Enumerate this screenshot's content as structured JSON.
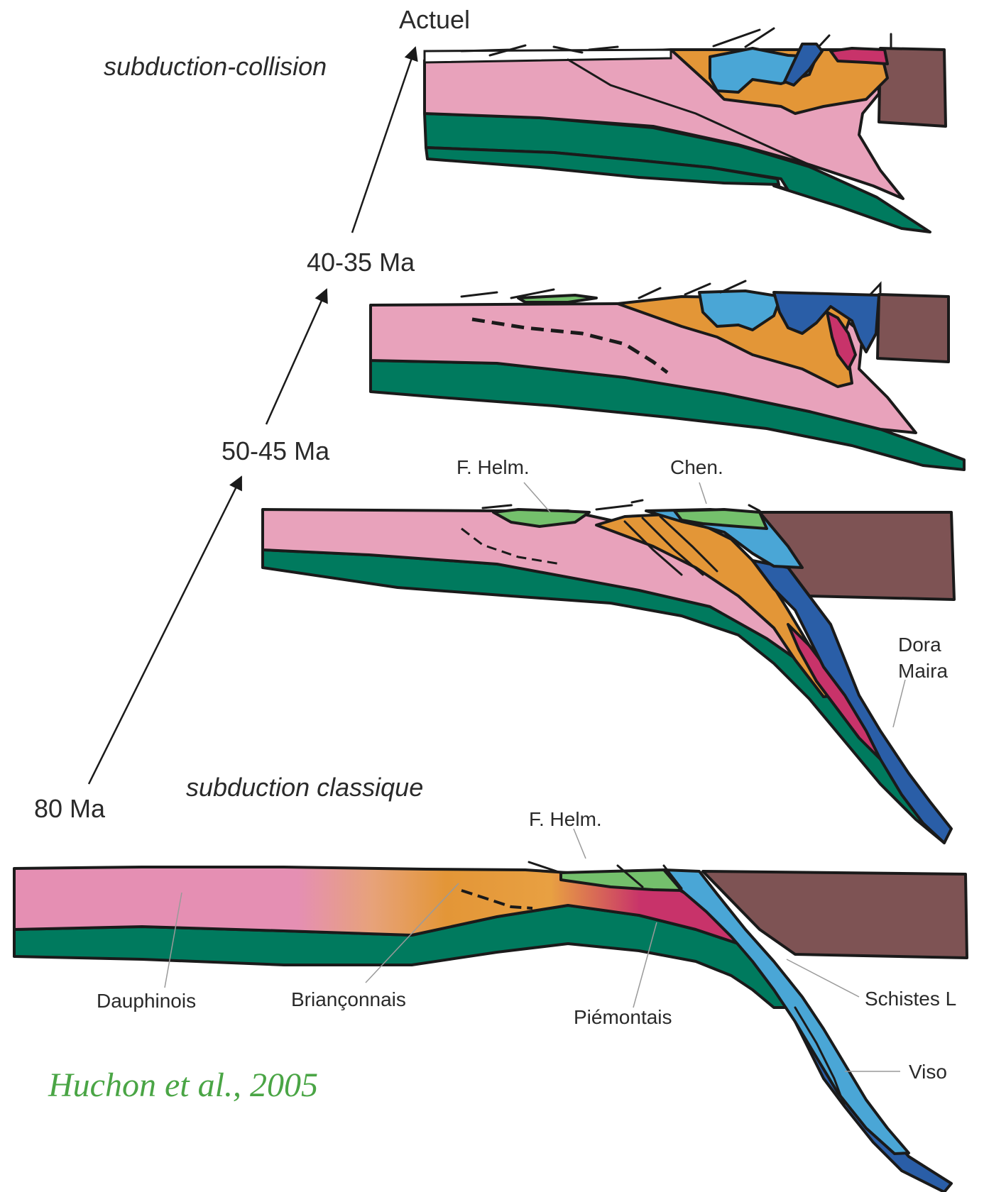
{
  "labels": {
    "actuel": "Actuel",
    "t40": "40-35 Ma",
    "t50": "50-45 Ma",
    "t80": "80 Ma",
    "subduction_collision": "subduction-collision",
    "subduction_classique": "subduction classique",
    "f_helm_2": "F. Helm.",
    "chen": "Chen.",
    "dora_1": "Dora",
    "dora_2": "Maira",
    "f_helm_1": "F. Helm.",
    "dauphinois": "Dauphinois",
    "brianconnais": "Briançonnais",
    "piemontais": "Piémontais",
    "schistes": "Schistes L",
    "viso": "Viso"
  },
  "credit": "Huchon et al., 2005",
  "colors": {
    "dauphinois_pink": "#e8a2bb",
    "oceanic_green": "#007a5e",
    "brianconnais_orange": "#e39637",
    "schistes_lightblue": "#4aa6d6",
    "viso_darkblue": "#2a5ea7",
    "piemontais_magenta": "#c8336a",
    "flysch_green": "#74c06c",
    "adria_brown": "#7e5354",
    "credit_green": "#4aa545"
  }
}
